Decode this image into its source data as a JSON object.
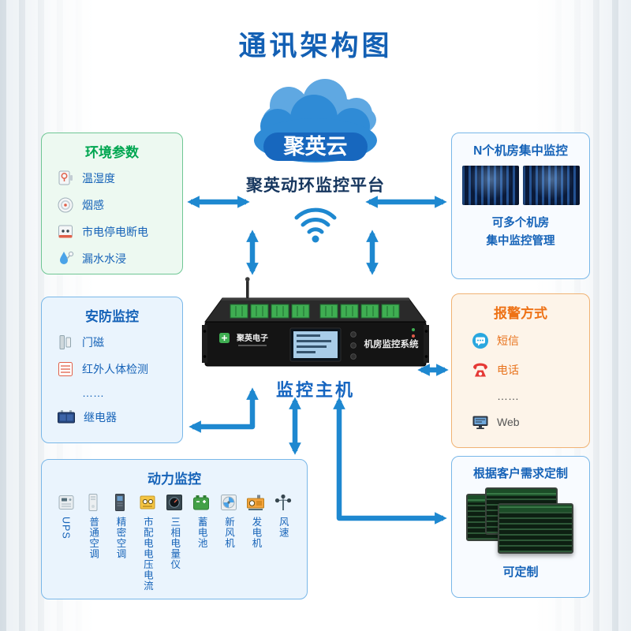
{
  "page": {
    "title": "通讯架构图"
  },
  "cloud": {
    "name": "聚英云",
    "platform": "聚英动环监控平台"
  },
  "host": {
    "brand": "聚英电子",
    "panel_text": "机房监控系统",
    "caption": "监控主机"
  },
  "env_box": {
    "title": "环境参数",
    "items": [
      {
        "icon": "temp-humidity-icon",
        "label": "温湿度"
      },
      {
        "icon": "smoke-detector-icon",
        "label": "烟感"
      },
      {
        "icon": "power-outage-icon",
        "label": "市电停电断电"
      },
      {
        "icon": "water-leak-icon",
        "label": "漏水水浸"
      }
    ]
  },
  "security_box": {
    "title": "安防监控",
    "items": [
      {
        "icon": "door-magnet-icon",
        "label": "门磁"
      },
      {
        "icon": "infrared-detector-icon",
        "label": "红外人体检测"
      },
      {
        "icon": "",
        "label": "……"
      },
      {
        "icon": "relay-icon",
        "label": "继电器"
      }
    ]
  },
  "power_box": {
    "title": "动力监控",
    "items": [
      {
        "icon": "ups-icon",
        "label": "UPS"
      },
      {
        "icon": "air-conditioner-icon",
        "label": "普通空调"
      },
      {
        "icon": "precision-ac-icon",
        "label": "精密空调"
      },
      {
        "icon": "voltage-current-icon",
        "label": "市配电电压电流"
      },
      {
        "icon": "power-meter-icon",
        "label": "三相电量仪"
      },
      {
        "icon": "battery-icon",
        "label": "蓄电池"
      },
      {
        "icon": "fresh-air-fan-icon",
        "label": "新风机"
      },
      {
        "icon": "generator-icon",
        "label": "发电机"
      },
      {
        "icon": "wind-speed-icon",
        "label": "风速"
      }
    ]
  },
  "rooms_box": {
    "title": "N个机房集中监控",
    "caption1": "可多个机房",
    "caption2": "集中监控管理"
  },
  "alarm_box": {
    "title": "报警方式",
    "items": [
      {
        "icon": "sms-icon",
        "label": "短信"
      },
      {
        "icon": "phone-icon",
        "label": "电话"
      },
      {
        "icon": "",
        "label": "……"
      },
      {
        "icon": "web-monitor-icon",
        "label": "Web"
      }
    ]
  },
  "custom_box": {
    "title": "根据客户需求定制",
    "caption": "可定制"
  },
  "colors": {
    "arrow_blue": "#1e88d0",
    "title_blue": "#1360b4",
    "label_blue": "#1663b8",
    "env_green": "#00a651",
    "alarm_orange": "#ee7216"
  }
}
